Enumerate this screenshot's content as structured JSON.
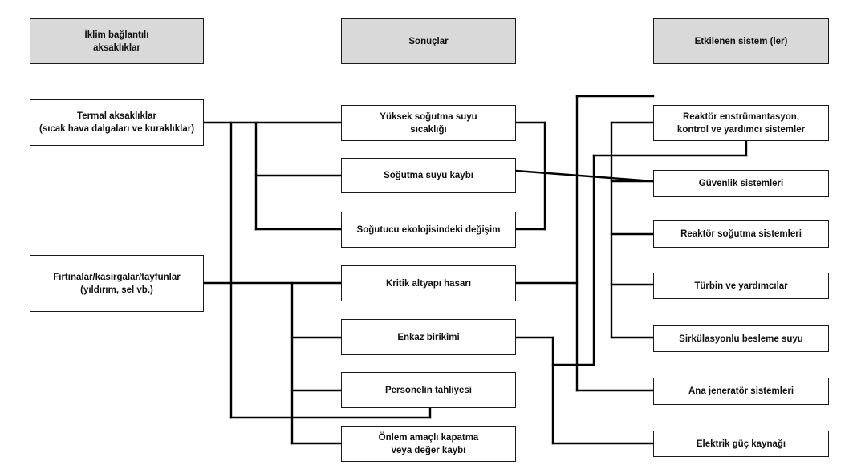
{
  "headers": {
    "causes": "İklim bağlantılı\naksaklıklar",
    "results": "Sonuçlar",
    "systems": "Etkilenen sistem (ler)"
  },
  "causes": [
    "Termal aksaklıklar\n(sıcak hava dalgaları ve kuraklıklar)",
    "Fırtınalar/kasırgalar/tayfunlar\n(yıldırım, sel vb.)"
  ],
  "results": [
    "Yüksek soğutma suyu\nsıcaklığı",
    "Soğutma suyu kaybı",
    "Soğutucu ekolojisindeki değişim",
    "Kritik altyapı hasarı",
    "Enkaz birikimi",
    "Personelin tahliyesi",
    "Önlem amaçlı kapatma\nveya değer kaybı"
  ],
  "systems": [
    "Reaktör enstrümantasyon,\nkontrol ve yardımcı sistemler",
    "Güvenlik sistemleri",
    "Reaktör soğutma sistemleri",
    "Türbin ve yardımcılar",
    "Sirkülasyonlu besleme suyu",
    "Ana jeneratör sistemleri",
    "Elektrik güç kaynağı"
  ]
}
